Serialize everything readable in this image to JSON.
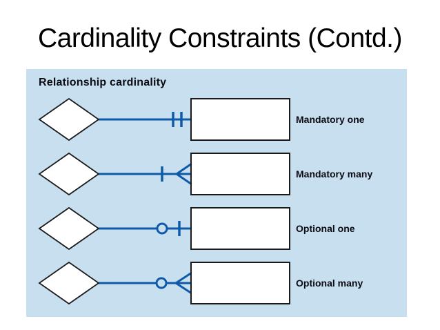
{
  "slide": {
    "title": "Cardinality Constraints (Contd.)"
  },
  "panel": {
    "heading": "Relationship cardinality",
    "rows": [
      {
        "label": "Mandatory one",
        "notation": "two-vertical-bars"
      },
      {
        "label": "Mandatory many",
        "notation": "vertical-bar-and-crow-foot"
      },
      {
        "label": "Optional one",
        "notation": "circle-and-vertical-bar"
      },
      {
        "label": "Optional many",
        "notation": "circle-and-crow-foot"
      }
    ],
    "shapes": {
      "left_shape": "relationship-diamond",
      "right_shape": "entity-rectangle",
      "connector": "relationship-line"
    }
  },
  "colors": {
    "panel_bg": "#C8DFF0",
    "connector_blue": "#0E5AA9",
    "shape_border": "#1a1a1a",
    "text_dark": "#0b0b12",
    "title_color": "#000000"
  }
}
